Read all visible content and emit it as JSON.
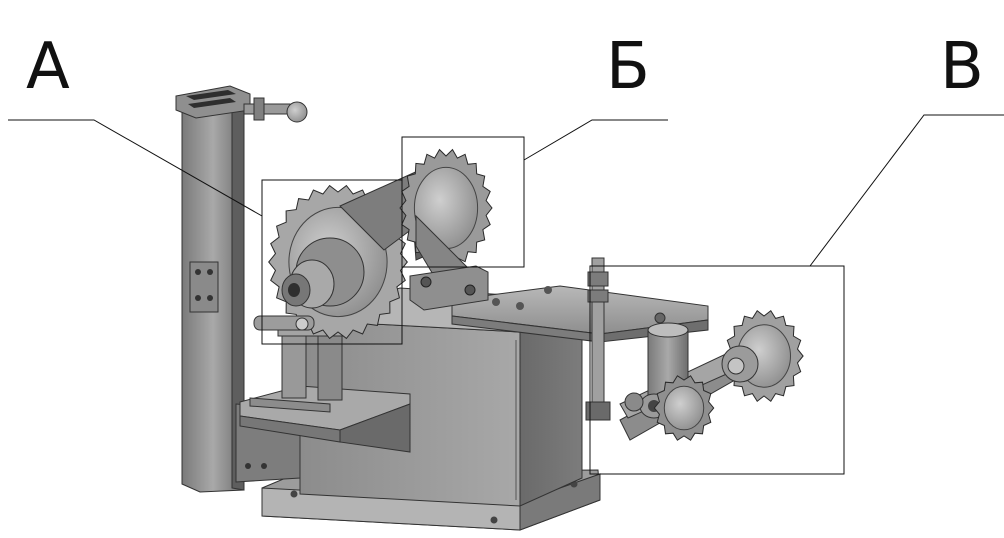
{
  "labels": {
    "a": "А",
    "b": "Б",
    "v": "В"
  },
  "colors": {
    "metal_light": "#c4c4c4",
    "metal_mid": "#9a9a9a",
    "metal_dark": "#6e6e6e",
    "shadow": "#4a4a4a",
    "line": "#111111",
    "background": "#ffffff"
  }
}
